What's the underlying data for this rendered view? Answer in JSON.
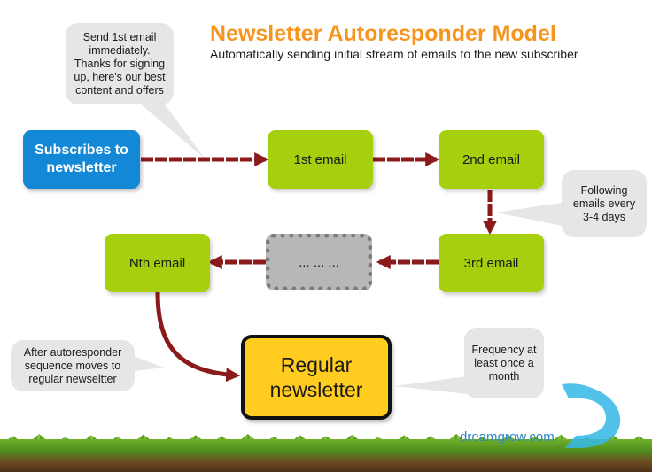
{
  "title": "Newsletter Autoresponder Model",
  "subtitle": "Automatically sending initial stream of emails to the new subscriber",
  "nodes": {
    "subscribe": "Subscribes to newsletter",
    "email1": "1st email",
    "email2": "2nd email",
    "email3": "3rd email",
    "ellipsis": "... ... ...",
    "nth": "Nth email",
    "regular": "Regular newsletter"
  },
  "callouts": {
    "first_email": "Send 1st email immediately. Thanks for signing up, here's our best content and offers",
    "following": "Following emails every 3-4 days",
    "after": "After autoresponder sequence moves to regular newseltter",
    "frequency": "Frequency at least once a month"
  },
  "branding": {
    "site": "dreamgrow.com",
    "logo_icon": "dreamgrow-d-logo-icon"
  },
  "colors": {
    "title": "#f7941d",
    "subscribe_box": "#1288d6",
    "email_box": "#a6cf0e",
    "placeholder_box": "#b7b7b7",
    "regular_box": "#ffcc1f",
    "arrow": "#8b1a1a",
    "callout": "#e6e6e6"
  }
}
